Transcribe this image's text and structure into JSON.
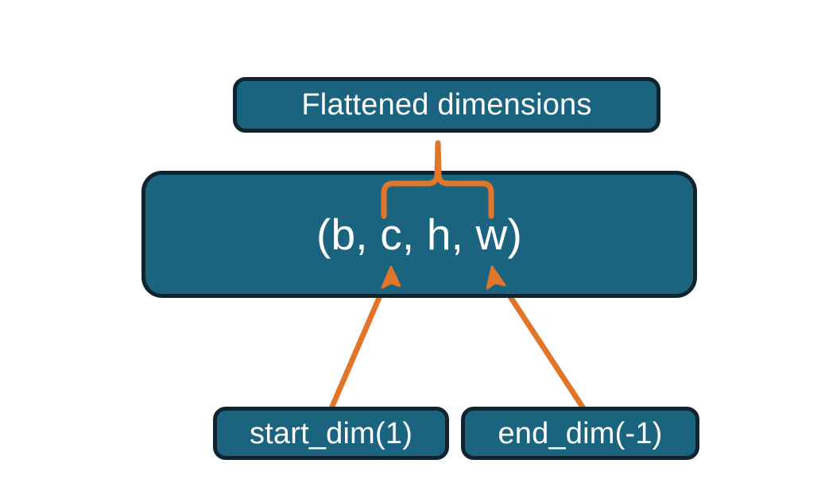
{
  "diagram": {
    "title_node": "Flattened dimensions",
    "shape_node": "(b, c, h, w)",
    "start_dim_node": "start_dim(1)",
    "end_dim_node": "end_dim(-1)",
    "colors": {
      "background": "#ffffff",
      "node_fill": "#1b6480",
      "node_border": "#10232e",
      "node_text": "#ffffff",
      "connector": "#e1762b"
    },
    "connectors": {
      "brace_label": "flattened-range-brace",
      "start_arrow_label": "start-dim-arrow",
      "end_arrow_label": "end-dim-arrow"
    }
  }
}
